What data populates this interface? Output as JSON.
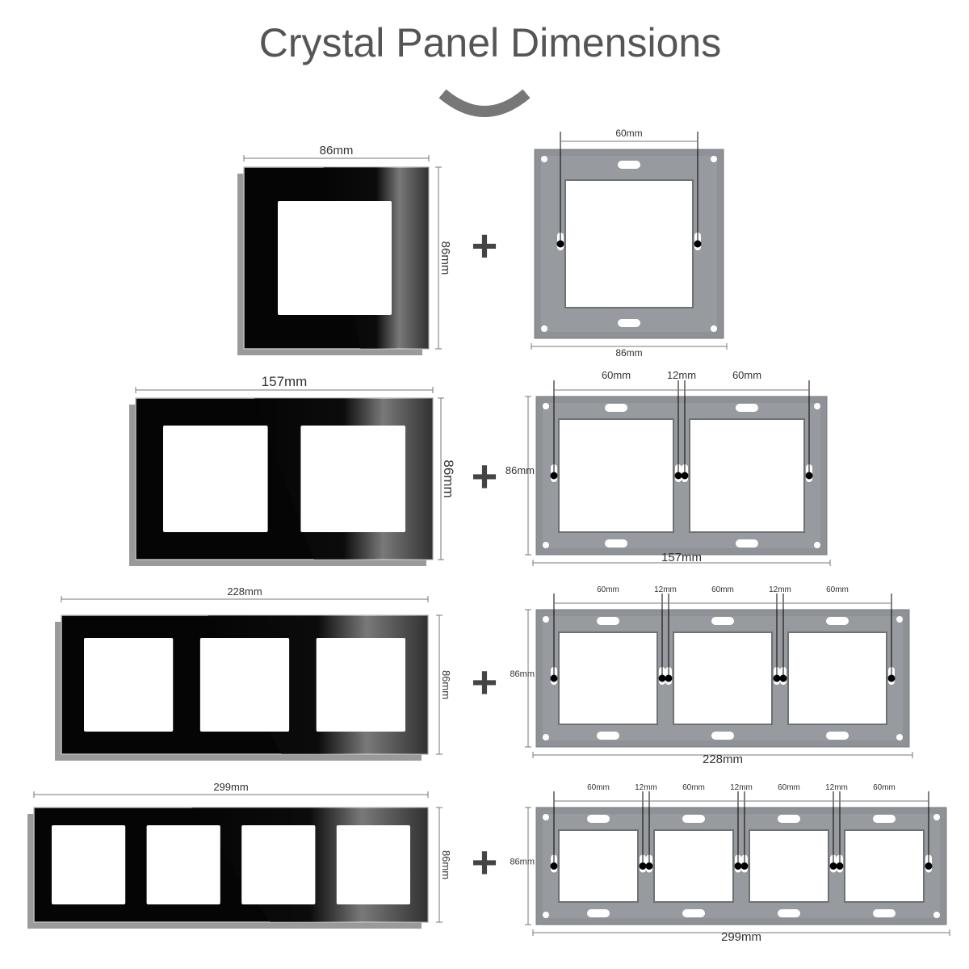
{
  "title": "Crystal Panel Dimensions",
  "colors": {
    "glass": "#050505",
    "glass_highlight": "#f2f2f2",
    "frame": "#8e9195",
    "frame_light": "#a9acb0",
    "dim_line": "#777777",
    "plus": "#444444",
    "title": "#555555"
  },
  "panels": [
    {
      "gangs": 1,
      "width_label": "86mm",
      "height_label": "86mm",
      "frame_width_label": "86mm",
      "frame_height_label": "",
      "frame_spacing_labels": [
        "60mm"
      ]
    },
    {
      "gangs": 2,
      "width_label": "157mm",
      "height_label": "86mm",
      "frame_width_label": "157mm",
      "frame_height_label": "86mm",
      "frame_spacing_labels": [
        "60mm",
        "12mm",
        "60mm"
      ]
    },
    {
      "gangs": 3,
      "width_label": "228mm",
      "height_label": "86mm",
      "frame_width_label": "228mm",
      "frame_height_label": "86mm",
      "frame_spacing_labels": [
        "60mm",
        "12mm",
        "60mm",
        "12mm",
        "60mm"
      ]
    },
    {
      "gangs": 4,
      "width_label": "299mm",
      "height_label": "86mm",
      "frame_width_label": "299mm",
      "frame_height_label": "86mm",
      "frame_spacing_labels": [
        "60mm",
        "12mm",
        "60mm",
        "12mm",
        "60mm",
        "12mm",
        "60mm"
      ]
    }
  ],
  "plus_symbol": "+"
}
